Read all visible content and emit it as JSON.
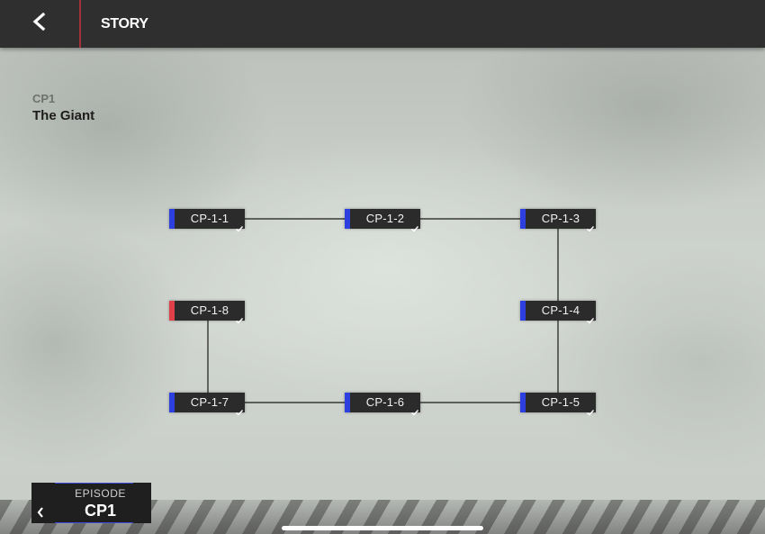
{
  "header": {
    "title": "STORY",
    "back_icon": "chevron-left-icon",
    "accent_color": "#a3303a"
  },
  "chapter": {
    "code": "CP1",
    "title": "The Giant"
  },
  "stages": [
    {
      "id": "CP-1-1",
      "status": "cleared",
      "bar_color": "#2e3fe0"
    },
    {
      "id": "CP-1-2",
      "status": "cleared",
      "bar_color": "#2e3fe0"
    },
    {
      "id": "CP-1-3",
      "status": "cleared",
      "bar_color": "#2e3fe0"
    },
    {
      "id": "CP-1-4",
      "status": "cleared",
      "bar_color": "#2e3fe0"
    },
    {
      "id": "CP-1-5",
      "status": "cleared",
      "bar_color": "#2e3fe0"
    },
    {
      "id": "CP-1-6",
      "status": "cleared",
      "bar_color": "#2e3fe0"
    },
    {
      "id": "CP-1-7",
      "status": "cleared",
      "bar_color": "#2e3fe0"
    },
    {
      "id": "CP-1-8",
      "status": "cleared",
      "bar_color": "#e0404a"
    }
  ],
  "episode": {
    "label": "EPISODE",
    "value": "CP1",
    "prev_icon": "chevron-left-icon"
  },
  "check_icon": "checkmark-icon",
  "colors": {
    "cleared_check": "#ffffff",
    "node_background": "#2b2b2b",
    "link_line": "#1a1a1a"
  }
}
